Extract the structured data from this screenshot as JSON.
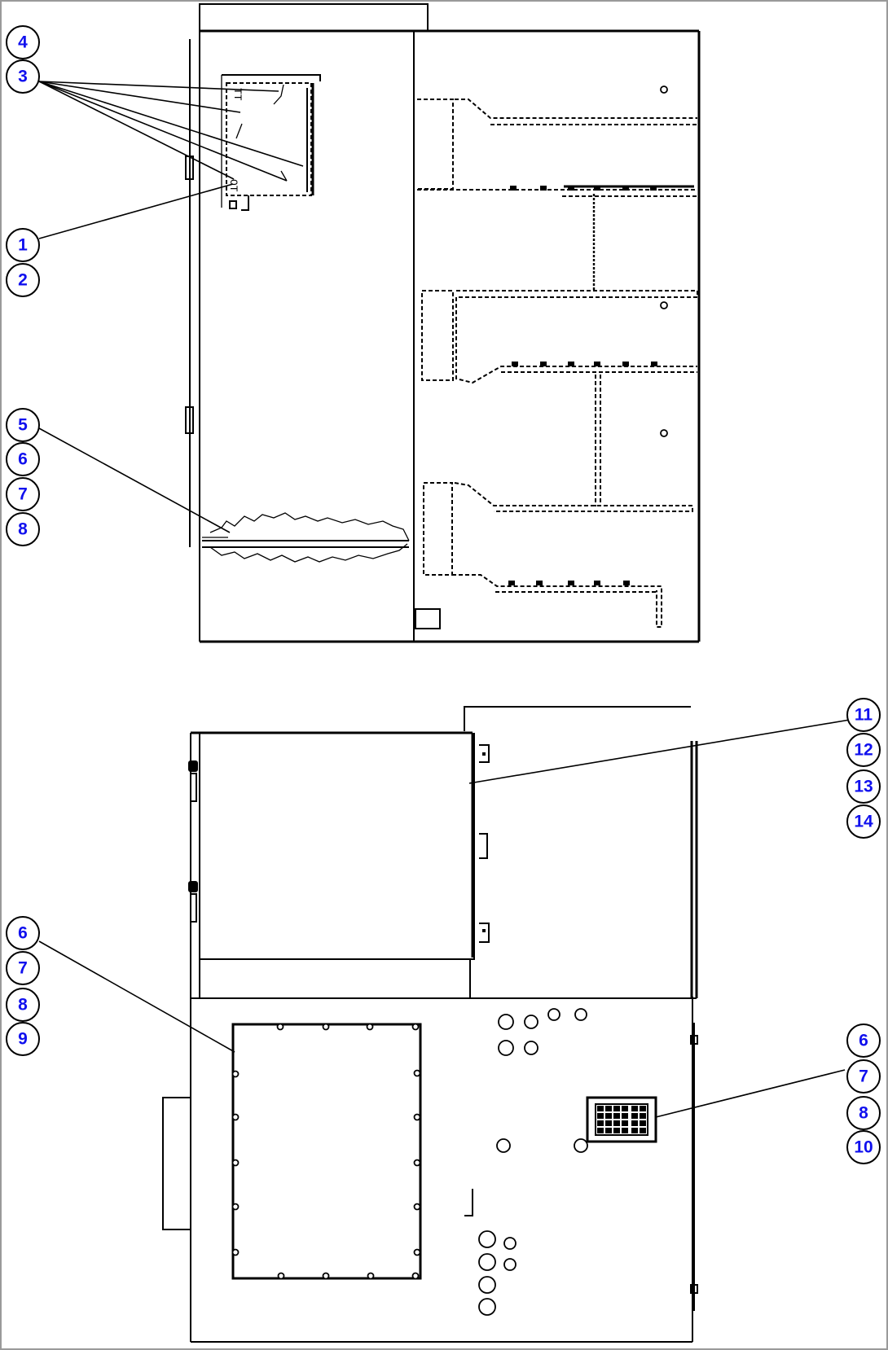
{
  "callouts": {
    "top_view": [
      "4",
      "3",
      "1",
      "2",
      "5",
      "6",
      "7",
      "8"
    ],
    "bottom_left": [
      "6",
      "7",
      "8",
      "9"
    ],
    "bottom_right_top": [
      "11",
      "12",
      "13",
      "14"
    ],
    "bottom_right_lower": [
      "6",
      "7",
      "8",
      "10"
    ]
  },
  "colors": {
    "callout_text": "#1010ee",
    "line": "#000000",
    "background": "#ffffff"
  }
}
